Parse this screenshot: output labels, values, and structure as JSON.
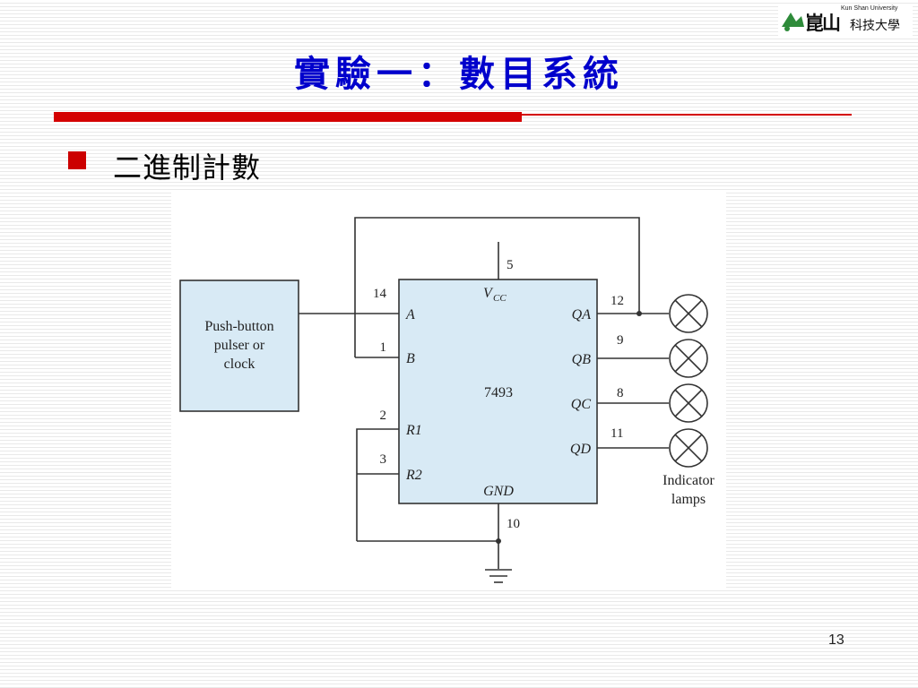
{
  "logo": {
    "english": "Kun Shan University",
    "chinese_main": "崑山",
    "chinese_sub": "科技大學"
  },
  "title": "實驗一：數目系統",
  "bullet_text": "二進制計數",
  "diagram": {
    "pulser_label": [
      "Push-button",
      "pulser or",
      "clock"
    ],
    "chip_name": "7493",
    "vcc_label": "V",
    "vcc_sub": "CC",
    "gnd_label": "GND",
    "inputs": [
      "A",
      "B",
      "R1",
      "R2"
    ],
    "outputs": [
      "QA",
      "QB",
      "QC",
      "QD"
    ],
    "pins": {
      "A": "14",
      "B": "1",
      "R1": "2",
      "R2": "3",
      "VCC": "5",
      "GND": "10",
      "QA": "12",
      "QB": "9",
      "QC": "8",
      "QD": "11"
    },
    "lamp_label": [
      "Indicator",
      "lamps"
    ]
  },
  "page_number": "13"
}
